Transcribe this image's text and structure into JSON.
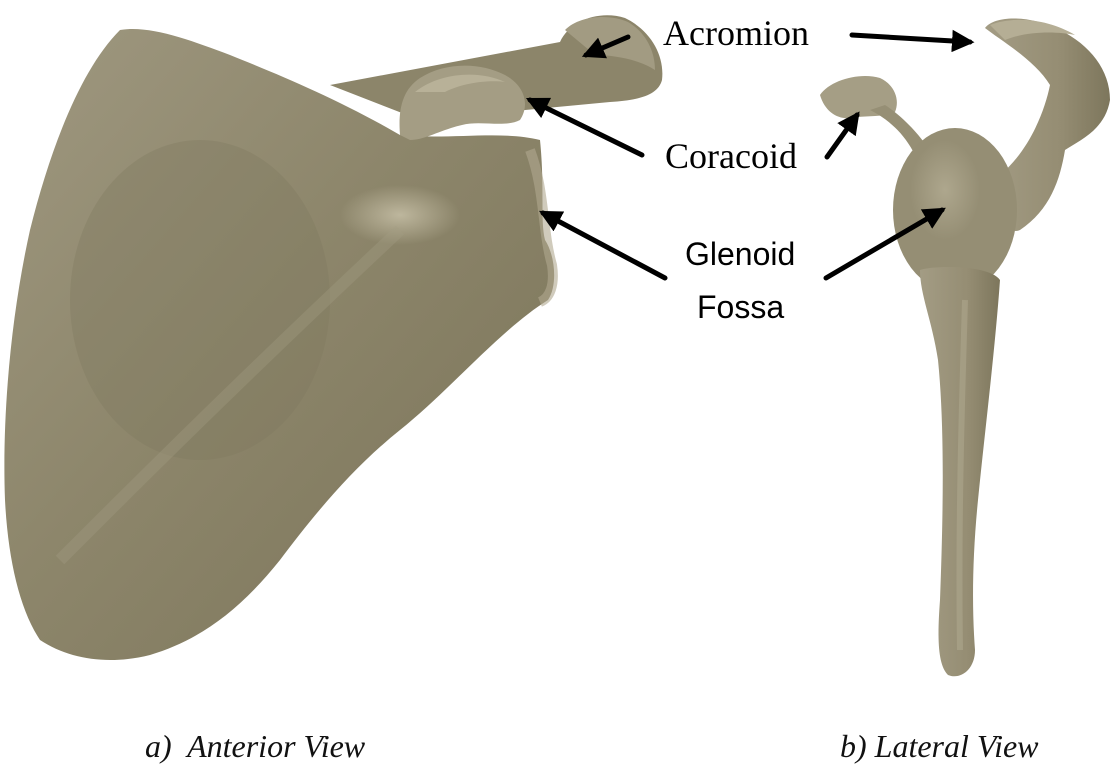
{
  "labels": {
    "acromion": "Acromion",
    "coracoid": "Coracoid",
    "glenoid_line1": "Glenoid",
    "glenoid_line2": "Fossa"
  },
  "captions": {
    "anterior": "a)  Anterior View",
    "lateral": "b) Lateral View"
  },
  "colors": {
    "bone": "#958d73",
    "bone_highlight": "#b4ad94",
    "bone_shadow": "#6f6851",
    "arrow": "#000000"
  }
}
